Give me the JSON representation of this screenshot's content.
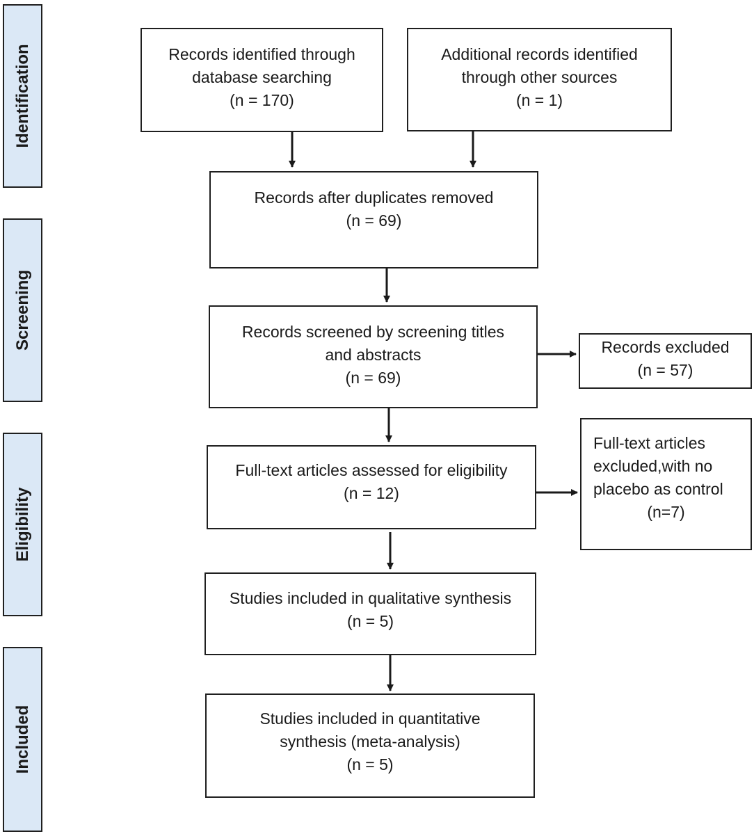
{
  "stages": [
    {
      "id": "identification",
      "label": "Identification"
    },
    {
      "id": "screening",
      "label": "Screening"
    },
    {
      "id": "eligibility",
      "label": "Eligibility"
    },
    {
      "id": "included",
      "label": "Included"
    }
  ],
  "boxes": {
    "database_records": {
      "lines": [
        "Records identified through",
        "database searching",
        "(n = 170)"
      ]
    },
    "other_sources": {
      "lines": [
        "Additional records identified",
        "through other sources",
        "(n = 1)"
      ]
    },
    "duplicates_removed": {
      "lines": [
        "Records after duplicates removed",
        "(n = 69)"
      ]
    },
    "screened": {
      "lines": [
        "Records screened by screening titles",
        "and abstracts",
        "(n = 69)"
      ]
    },
    "excluded": {
      "lines": [
        "Records excluded",
        "(n = 57)"
      ]
    },
    "fulltext_assessed": {
      "lines": [
        "Full-text articles assessed for eligibility",
        "(n = 12)"
      ]
    },
    "fulltext_excluded": {
      "lines": [
        "Full-text articles",
        "excluded,with no",
        "placebo as control",
        "(n=7)"
      ]
    },
    "qualitative": {
      "lines": [
        "Studies included in qualitative synthesis",
        "(n = 5)"
      ]
    },
    "quantitative": {
      "lines": [
        "Studies included in quantitative",
        "synthesis (meta-analysis)",
        "(n = 5)"
      ]
    }
  }
}
